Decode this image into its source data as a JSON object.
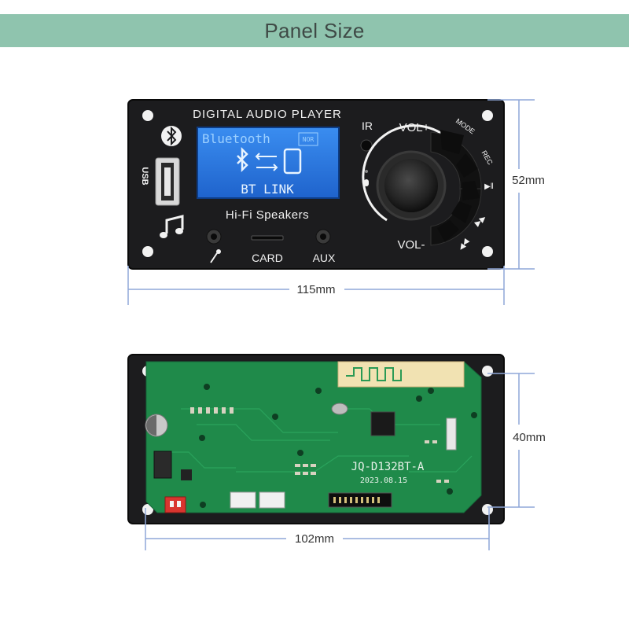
{
  "header": {
    "title": "Panel Size"
  },
  "front_panel": {
    "title": "DIGITAL AUDIO PLAYER",
    "subtitle": "Hi-Fi Speakers",
    "usb_label": "USB",
    "lcd": {
      "top_text": "Bluetooth",
      "nor_text": "NOR",
      "bottom_text": "BT LINK"
    },
    "ir_label": "IR",
    "vol_plus_label": "VOL+",
    "vol_minus_label": "VOL-",
    "mode_label": "MODE",
    "rec_label": "REC",
    "card_label": "CARD",
    "aux_label": "AUX",
    "dim_width": "115mm",
    "dim_height": "52mm"
  },
  "back_panel": {
    "model": "JQ-D132BT-A",
    "date": "2023.08.15",
    "dim_width": "102mm",
    "dim_height": "40mm"
  },
  "colors": {
    "header_bg": "#8fc4ae",
    "panel_black": "#1c1c1e",
    "pcb_green": "#1f8a4a",
    "lcd_blue": "#2f7fe6",
    "dimension_line": "#8fa7d8"
  }
}
